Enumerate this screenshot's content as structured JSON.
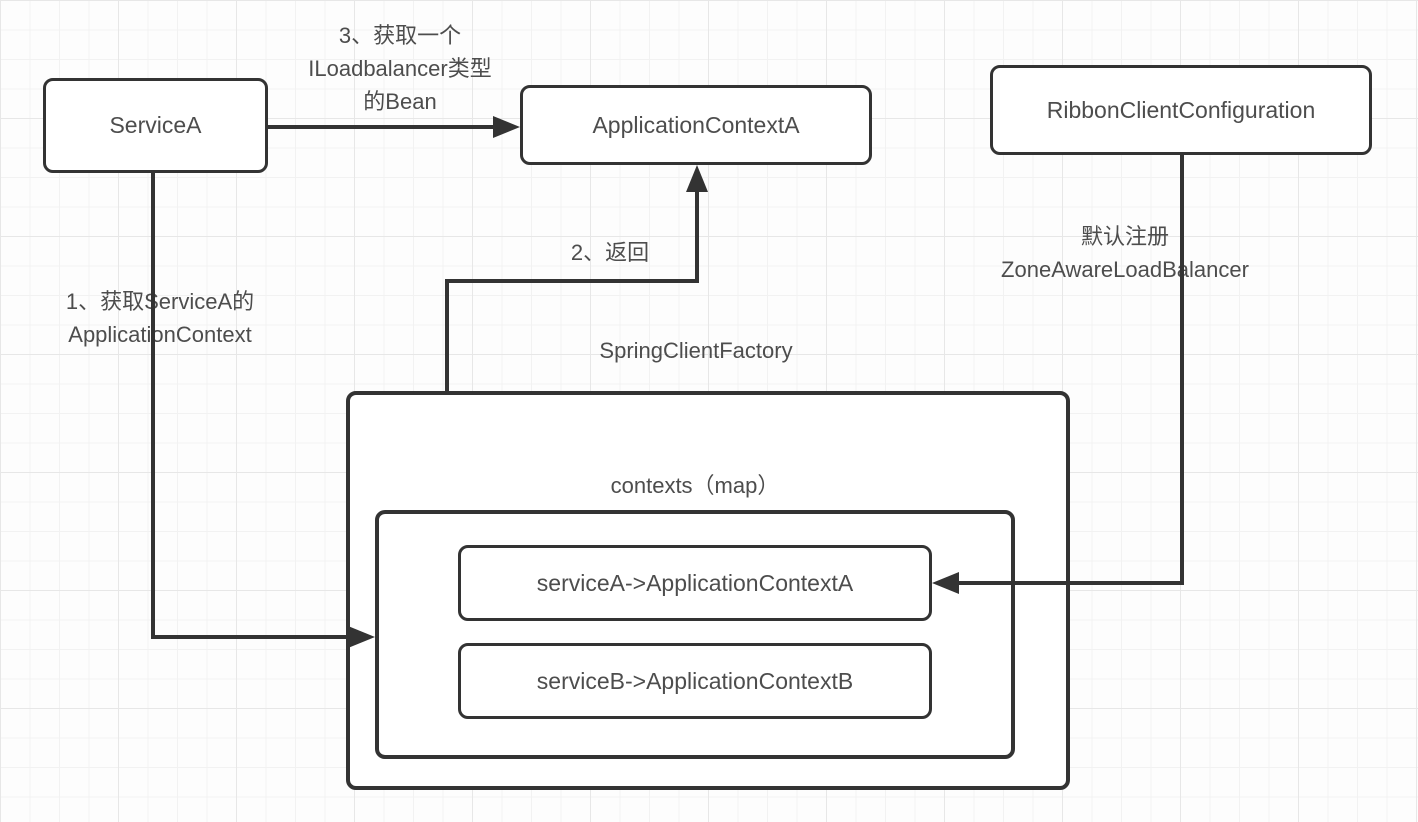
{
  "diagram": {
    "nodes": {
      "service_a": {
        "label": "ServiceA"
      },
      "application_context_a": {
        "label": "ApplicationContextA"
      },
      "ribbon_client_configuration": {
        "label": "RibbonClientConfiguration"
      },
      "spring_client_factory": {
        "label": "SpringClientFactory"
      },
      "contexts_map": {
        "label": "contexts（map）"
      },
      "entry_service_a": {
        "label": "serviceA->ApplicationContextA"
      },
      "entry_service_b": {
        "label": "serviceB->ApplicationContextB"
      }
    },
    "edge_labels": {
      "step1": "1、获取ServiceA的\nApplicationContext",
      "step2": "2、返回",
      "step3": "3、获取一个\nILoadbalancer类型\n的Bean",
      "register": "默认注册\nZoneAwareLoadBalancer"
    },
    "colors": {
      "line": "#333333",
      "text": "#4d4d4d",
      "node_background": "#ffffff",
      "grid_line": "#ededed",
      "background": "#fdfdfd"
    }
  }
}
